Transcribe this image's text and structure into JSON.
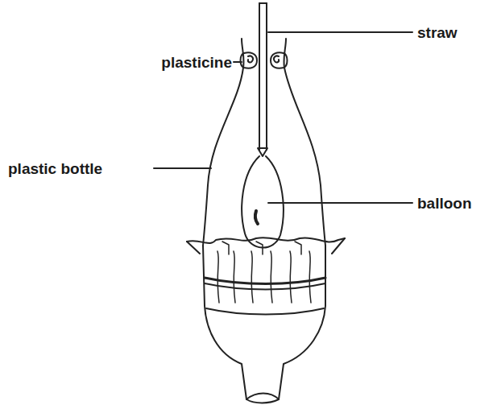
{
  "diagram": {
    "labels": [
      "straw",
      "plasticine",
      "plastic bottle",
      "balloon"
    ]
  }
}
